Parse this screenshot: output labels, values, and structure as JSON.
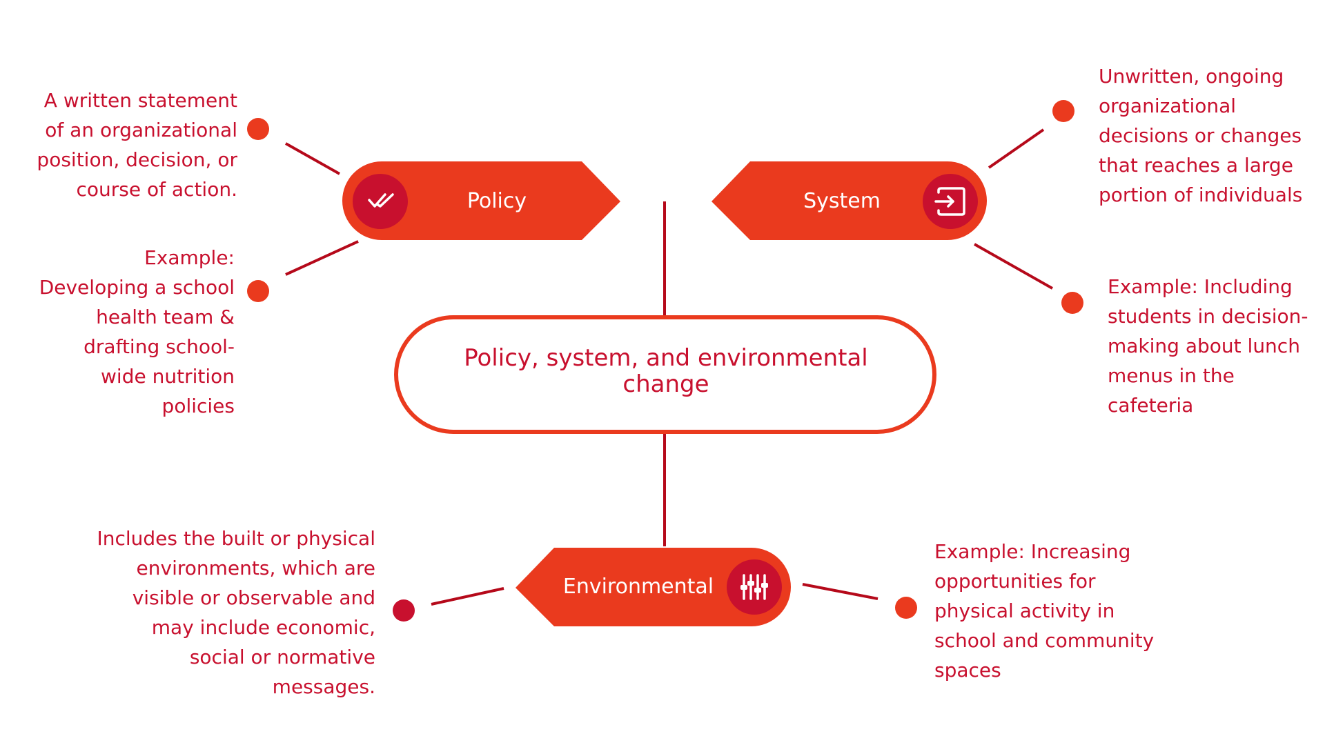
{
  "colors": {
    "accent": "#ea3a1e",
    "icon_circle": "#c8102e",
    "text": "#c8102e",
    "line": "#b5091a"
  },
  "center": {
    "title": "Policy, system, and environmental\nchange"
  },
  "nodes": {
    "policy": {
      "label": "Policy",
      "icon": "double-check-icon"
    },
    "system": {
      "label": "System",
      "icon": "sign-in-icon"
    },
    "environmental": {
      "label": "Environmental",
      "icon": "sliders-icon"
    }
  },
  "notes": {
    "policy_definition": "A written statement\nof an organizational\nposition, decision, or\ncourse of action.",
    "policy_example": "Example:\nDeveloping a school\nhealth team &\ndrafting school-\nwide nutrition\npolicies",
    "system_definition": "Unwritten, ongoing\norganizational\ndecisions or changes\nthat reaches a large\nportion of individuals",
    "system_example": "Example: Including\nstudents in decision-\nmaking about lunch\nmenus in the\ncafeteria",
    "environmental_definition": "Includes the built or physical\nenvironments, which are\nvisible or observable and\nmay include economic,\nsocial or normative\nmessages.",
    "environmental_example": "Example: Increasing\nopportunities for\nphysical activity in\nschool and community\nspaces"
  }
}
